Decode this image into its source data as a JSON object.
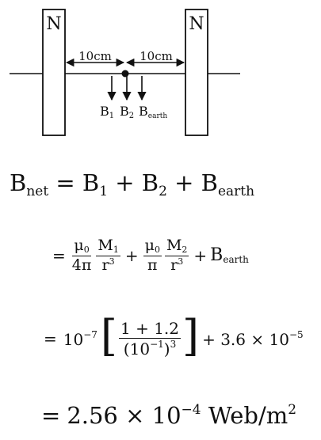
{
  "diagram": {
    "magnet_left_label": "N",
    "magnet_right_label": "N",
    "distance_left": "10cm",
    "distance_right": "10cm",
    "field_labels": [
      "B",
      "B",
      "B"
    ],
    "field_subscripts": [
      "1",
      "2",
      "earth"
    ]
  },
  "eq1": {
    "lhs": "B",
    "lhs_sub": "net",
    "rhs": "= B",
    "t1_sub": "1",
    "plus1": "+ B",
    "t2_sub": "2",
    "plus2": "+ B",
    "t3_sub": "earth"
  },
  "eq2": {
    "eq": "=",
    "f1_num_a": "μ",
    "f1_num_a_sub": "0",
    "f1_den_a": "4π",
    "f1_num_b": "M",
    "f1_num_b_sub": "1",
    "f1_den_b": "r",
    "f1_den_b_sup": "3",
    "plus": "+",
    "f2_num_a": "μ",
    "f2_num_a_sub": "0",
    "f2_den_a": "π",
    "f2_num_b": "M",
    "f2_num_b_sub": "2",
    "f2_den_b": "r",
    "f2_den_b_sup": "3",
    "plus2": "+",
    "tail": "B",
    "tail_sub": "earth"
  },
  "eq3": {
    "eq": "=",
    "coef": "10",
    "coef_sup": "−7",
    "bracket_open": "[",
    "num": "1 + 1.2",
    "den": "(10",
    "den_sup_inner": "−1",
    "den_close": ")",
    "den_sup": "3",
    "bracket_close": "]",
    "tail": "+ 3.6 × 10",
    "tail_sup": "−5"
  },
  "eq4": {
    "eq": "=",
    "value": "2.56 × 10",
    "exp": "−4",
    "unit": "Web/m",
    "unit_exp": "2"
  }
}
